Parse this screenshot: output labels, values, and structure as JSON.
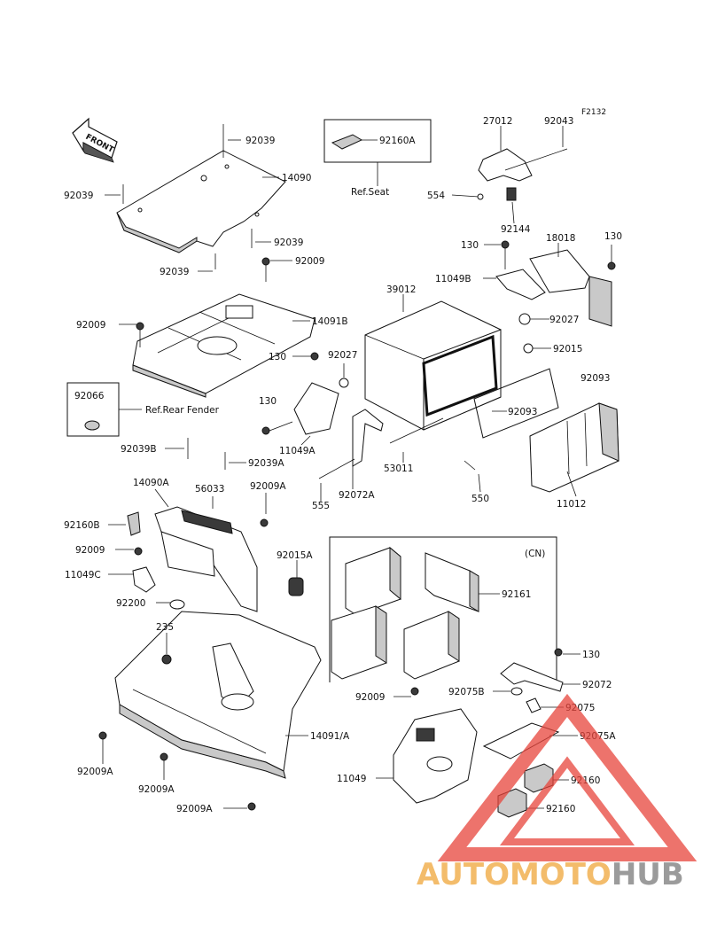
{
  "figure_code": "F2132",
  "front_label": "FRONT",
  "ref_notes": {
    "seat": "Ref.Seat",
    "rear_fender": "Ref.Rear Fender",
    "cn_box": "(CN)"
  },
  "parts": {
    "p92039_top": "92039",
    "p14090": "14090",
    "p92039_left": "92039",
    "p92039_r": "92039",
    "p92039_b": "92039",
    "p92009_a": "92009",
    "p14091B": "14091B",
    "p92009_left": "92009",
    "p92160A": "92160A",
    "p27012": "27012",
    "p92043": "92043",
    "p554": "554",
    "p92144": "92144",
    "p130_a": "130",
    "p18018": "18018",
    "p130_b": "130",
    "p11049B": "11049B",
    "p39012": "39012",
    "p92027_a": "92027",
    "p92015": "92015",
    "p92093_a": "92093",
    "p92093_b": "92093",
    "p130_c": "130",
    "p92027_b": "92027",
    "p92066": "92066",
    "p130_d": "130",
    "p11049A": "11049A",
    "p53011": "53011",
    "p550": "550",
    "p11012": "11012",
    "p92039B": "92039B",
    "p92039A": "92039A",
    "p14090A": "14090A",
    "p56033": "56033",
    "p92009A_a": "92009A",
    "p555": "555",
    "p92072A": "92072A",
    "p92160B": "92160B",
    "p92009_c": "92009",
    "p11049C": "11049C",
    "p92015A": "92015A",
    "p92200": "92200",
    "p92161": "92161",
    "p235": "235",
    "p130_e": "130",
    "p92072": "92072",
    "p92009_d": "92009",
    "p92075B": "92075B",
    "p92075": "92075",
    "p92075A": "92075A",
    "p14091A": "14091/A",
    "p92009A_b": "92009A",
    "p92009A_c": "92009A",
    "p92009A_d": "92009A",
    "p11049": "11049",
    "p92160_a": "92160",
    "p92160_b": "92160"
  },
  "watermark": {
    "part1": "AUTOMOTO",
    "part2": "HUB",
    "color1": "#f0a63a",
    "color2": "#7a7a7a",
    "triangle_color": "#e8453c"
  }
}
